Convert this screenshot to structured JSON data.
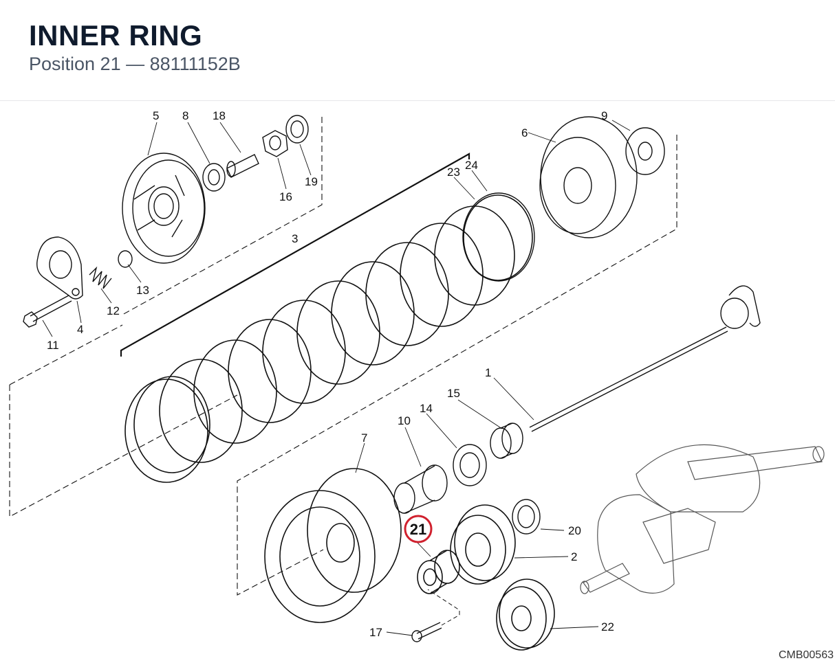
{
  "header": {
    "title": "INNER RING",
    "position_label": "Position 21",
    "separator": "—",
    "part_number": "88111152B"
  },
  "highlight": {
    "number": "21",
    "color": "#d0212e"
  },
  "callouts": [
    "1",
    "2",
    "3",
    "4",
    "5",
    "6",
    "7",
    "8",
    "9",
    "10",
    "11",
    "12",
    "13",
    "14",
    "15",
    "16",
    "17",
    "18",
    "19",
    "20",
    "22",
    "23",
    "24"
  ],
  "drawing_code": "CMB00563"
}
